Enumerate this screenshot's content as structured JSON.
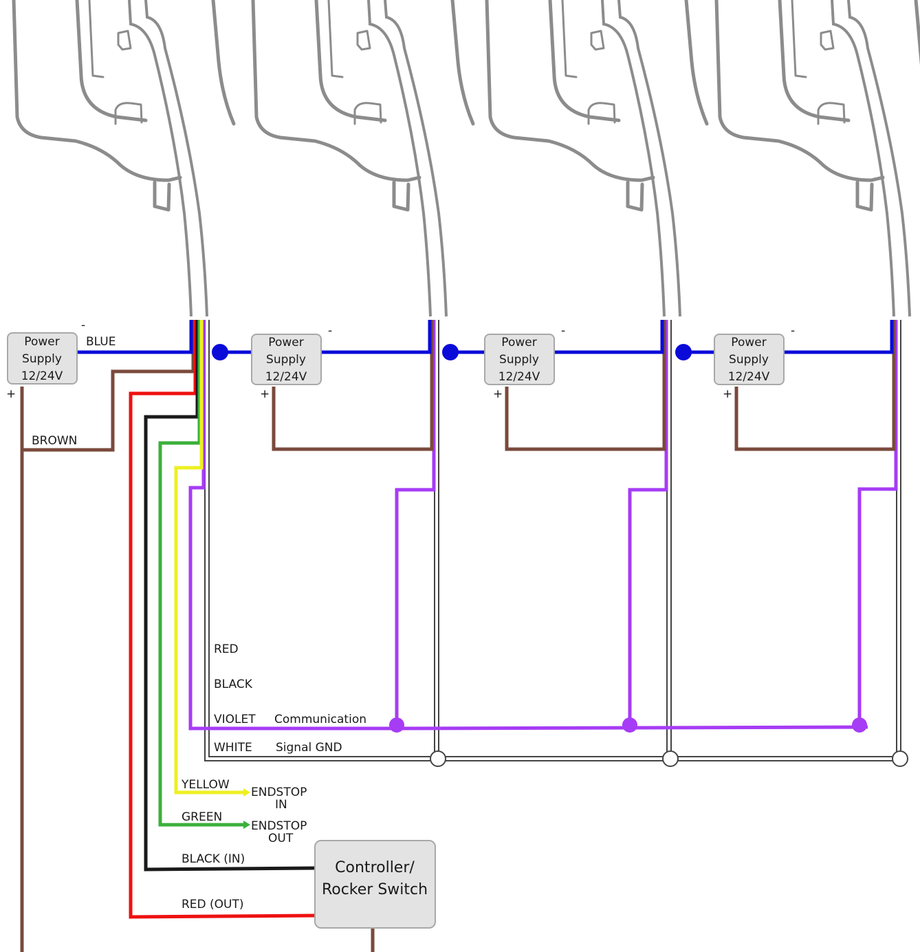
{
  "power_supply": {
    "line1": "Power",
    "line2": "Supply",
    "line3": "12/24V",
    "minus": "-",
    "plus": "+"
  },
  "wire_labels": {
    "blue": "BLUE",
    "brown": "BROWN",
    "red": "RED",
    "black": "BLACK",
    "violet": "VIOLET",
    "white": "WHITE",
    "communication": "Communication",
    "signal_gnd": "Signal GND",
    "yellow": "YELLOW",
    "green": "GREEN",
    "black_in": "BLACK (IN)",
    "red_out": "RED (OUT)"
  },
  "endstops": {
    "in_line1": "ENDSTOP",
    "in_line2": "IN",
    "out_line1": "ENDSTOP",
    "out_line2": "OUT"
  },
  "controller": {
    "line1": "Controller/",
    "line2": "Rocker Switch"
  },
  "colors": {
    "blue": "#0b0bd9",
    "brown": "#7a4a3c",
    "red": "#ee1111",
    "black": "#1a1a1a",
    "green": "#3bb03b",
    "yellow": "#eef020",
    "violet": "#a63cf5",
    "housing": "#8c8c8c",
    "box_fill": "#e3e3e3"
  }
}
